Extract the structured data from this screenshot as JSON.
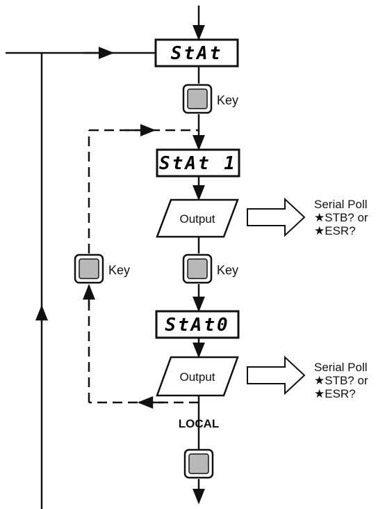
{
  "displays": {
    "stat": "StAt",
    "stat1": "StAt 1",
    "stat0": "StAt0"
  },
  "outputs": {
    "output1": "Output",
    "output2": "Output"
  },
  "keys": {
    "key_top": "Key",
    "key_left": "Key",
    "key_middle": "Key",
    "local": "LOCAL"
  },
  "annotations": {
    "poll1": [
      "Serial Poll",
      "★STB? or",
      "★ESR?"
    ],
    "poll2": [
      "Serial Poll",
      "★STB? or",
      "★ESR?"
    ]
  },
  "colors": {
    "stroke": "#111111",
    "key_fill": "#b8b8b8",
    "display_fill": "#ffffff"
  }
}
